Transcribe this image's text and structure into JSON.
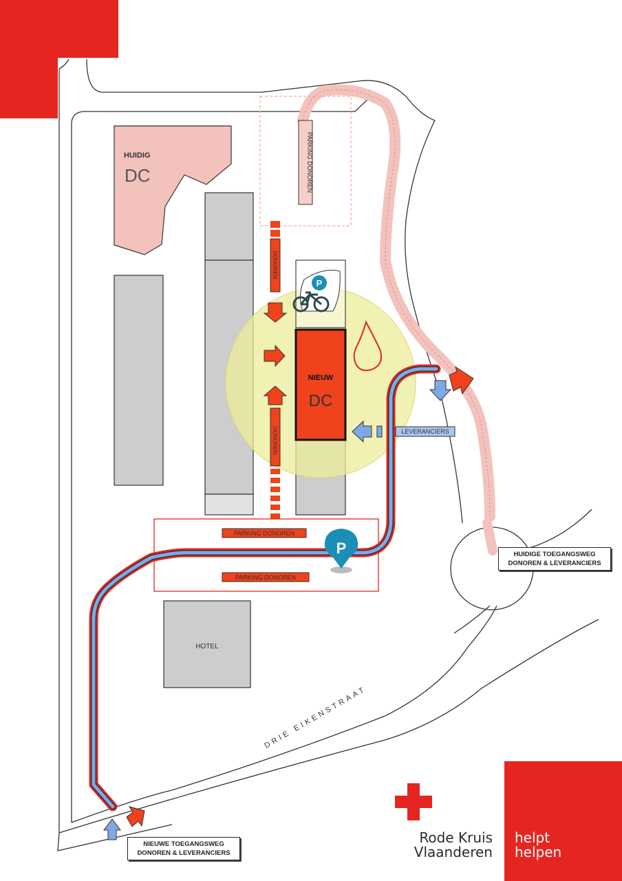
{
  "colors": {
    "brand_red": "#E52520",
    "donor_red": "#F0421B",
    "supplier_blue": "#7FA9E6",
    "highlight_yellow": "#ECEC9A",
    "building_grey": "#CDCDCD",
    "old_dc_pink": "#F4C2BD",
    "parking_marker_teal": "#1B8FB5"
  },
  "map": {
    "old_dc": {
      "label_small": "HUIDIG",
      "label_large": "DC"
    },
    "new_dc": {
      "label_small": "NIEUW",
      "label_large": "DC"
    },
    "hotel": {
      "label": "HOTEL"
    },
    "street": {
      "name": "DRIE EIKENSTRAAT"
    },
    "parking_top": {
      "label": "PARKING DONOREN"
    },
    "walkway_upper": {
      "label": "DONOREN"
    },
    "walkway_lower": {
      "label": "DONOREN"
    },
    "parking_bottom": {
      "label_upper": "PARKING DONOREN",
      "label_lower": "PARKING DONOREN"
    },
    "suppliers": {
      "label": "LEVERANCIERS"
    },
    "icons": [
      "parking-icon",
      "bicycle-icon",
      "blood-drop-icon",
      "parking-marker-icon",
      "red-cross-icon"
    ]
  },
  "callouts": {
    "current_access": {
      "line1": "HUIDIGE TOEGANGSWEG",
      "line2": "DONOREN & LEVERANCIERS"
    },
    "new_access": {
      "line1": "NIEUWE TOEGANGSWEG",
      "line2": "DONOREN & LEVERANCIERS"
    }
  },
  "brand": {
    "org_line1": "Rode Kruis",
    "org_line2": "Vlaanderen",
    "slogan_line1": "helpt",
    "slogan_line2": "helpen"
  }
}
